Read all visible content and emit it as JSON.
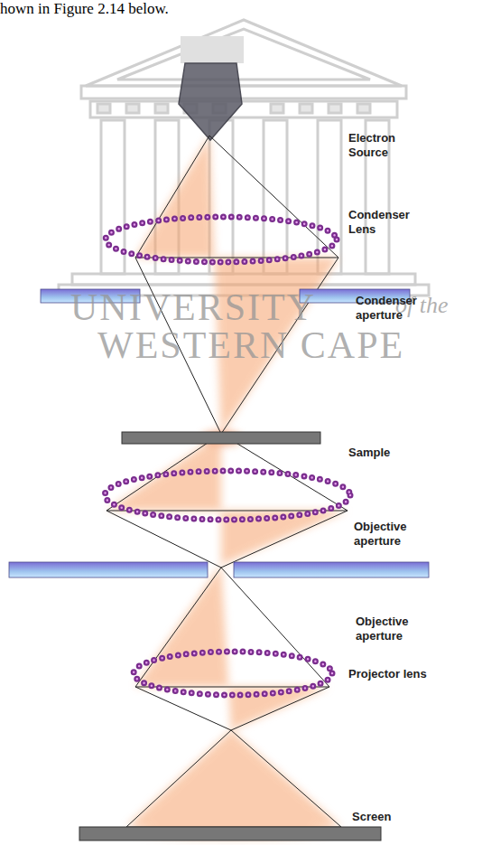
{
  "diagram": {
    "labels": [
      "hown in Figure 2.14 below.",
      "UNIVERSITY",
      "of the",
      "WESTERN CAPE",
      "Electron Source",
      "Condenser Lens",
      "Condenser aperture",
      "Sample",
      "Objective aperture",
      "Objective aperture",
      "Projector lens",
      "Screen"
    ]
  }
}
